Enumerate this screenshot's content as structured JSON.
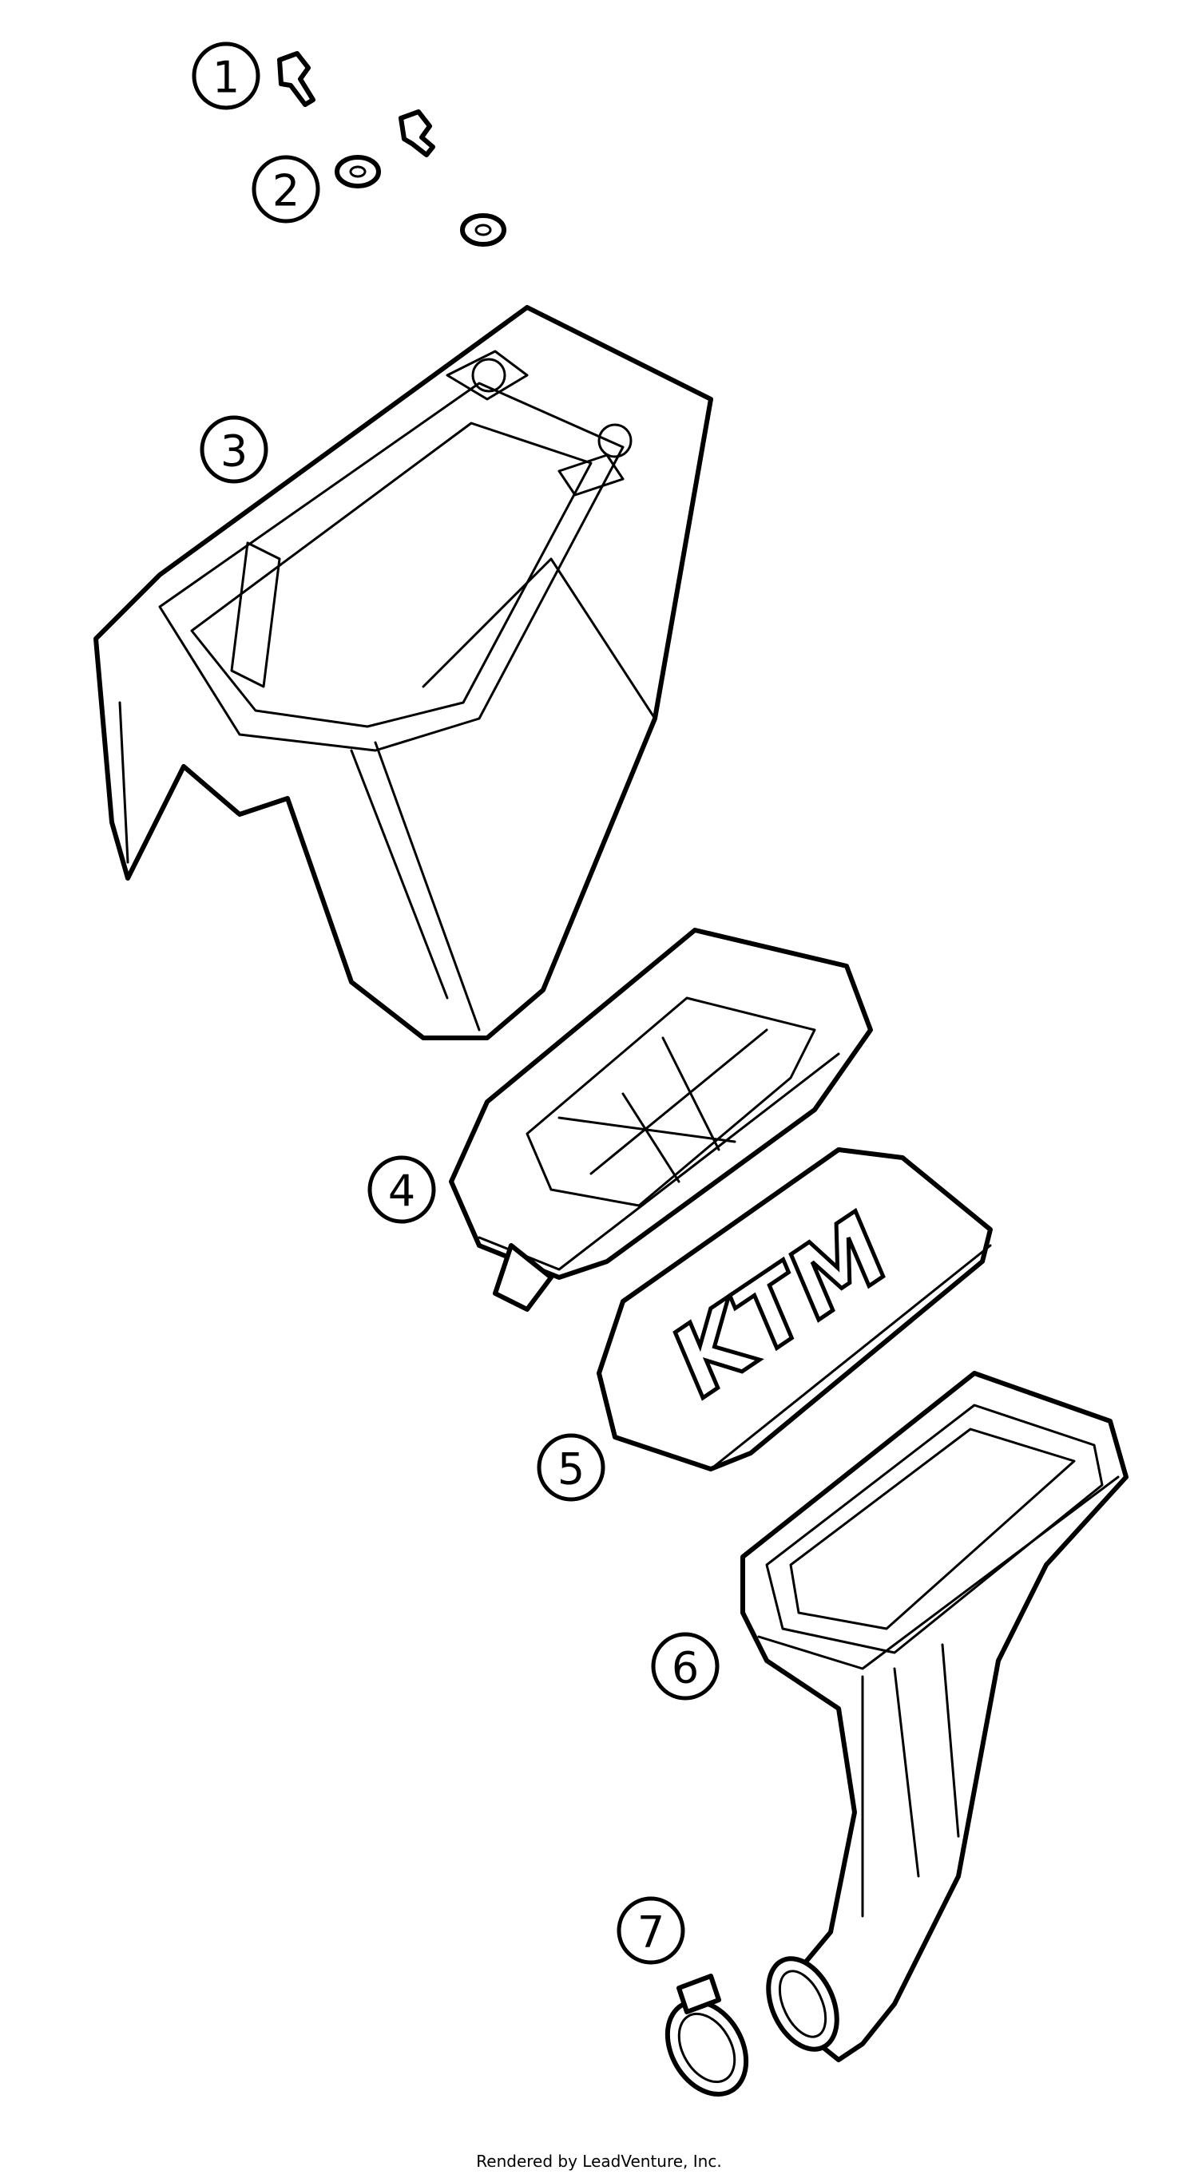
{
  "callouts": [
    {
      "number": "1"
    },
    {
      "number": "2"
    },
    {
      "number": "3"
    },
    {
      "number": "4"
    },
    {
      "number": "5"
    },
    {
      "number": "6"
    },
    {
      "number": "7"
    }
  ],
  "filter_logo": "KTM",
  "credit": "Rendered by LeadVenture, Inc."
}
